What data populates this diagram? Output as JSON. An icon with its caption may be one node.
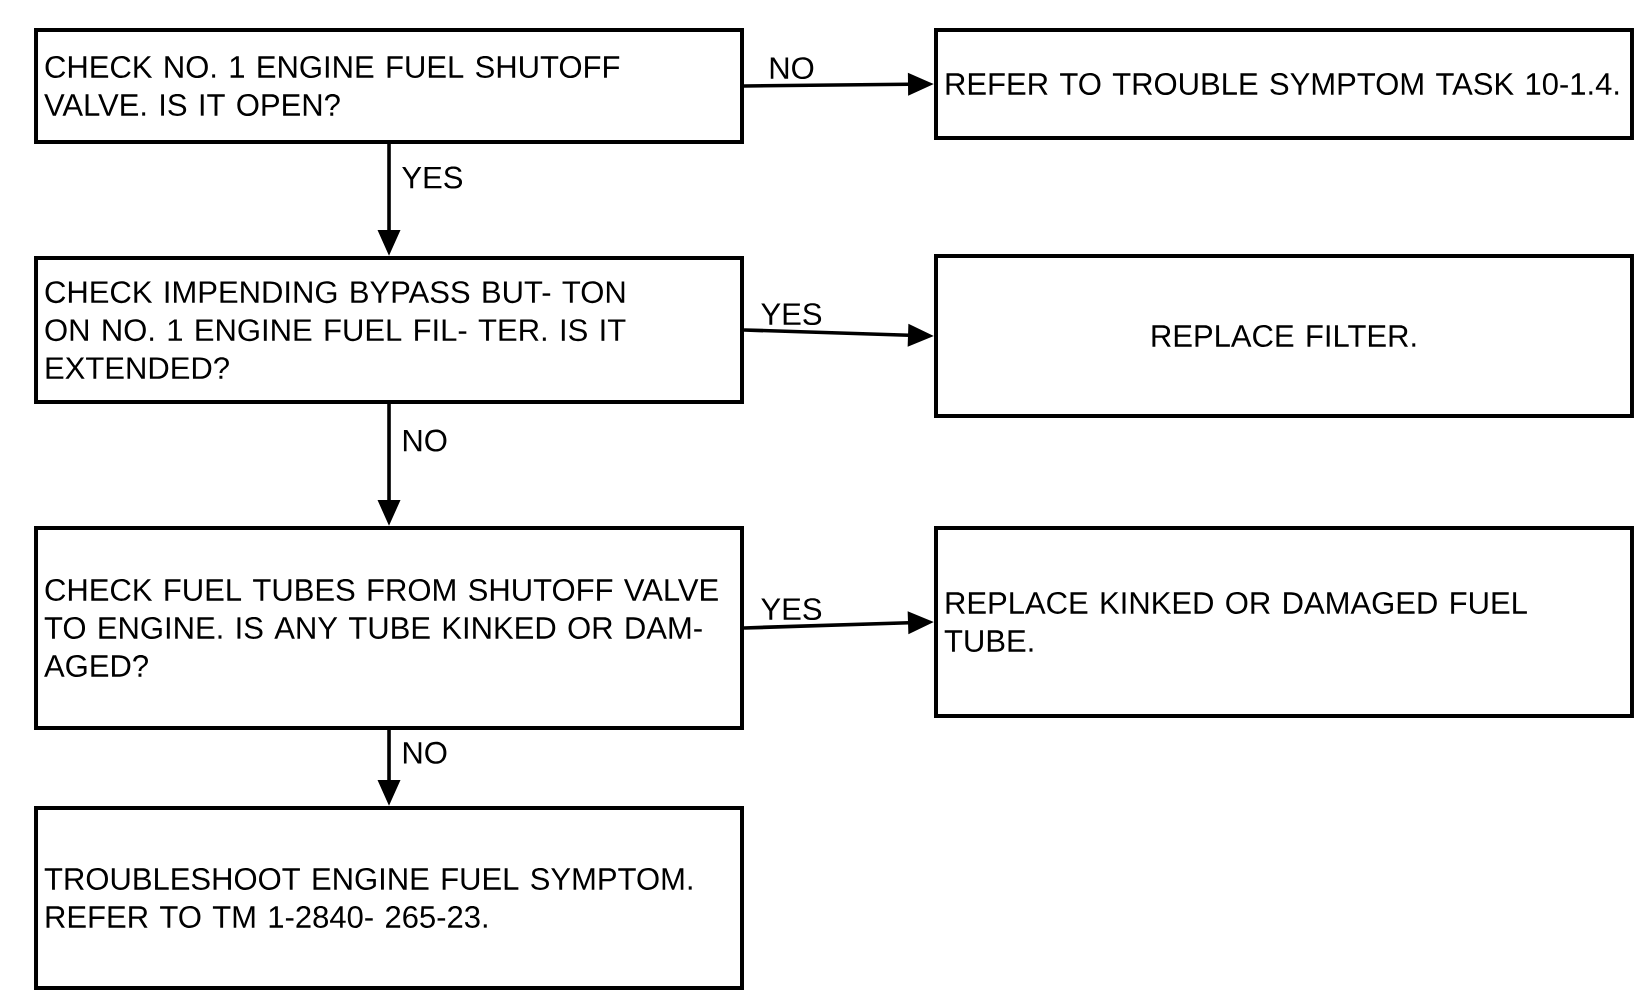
{
  "diagram": {
    "nodes": [
      {
        "text": [
          "CHECK NO. 1 ENGINE FUEL SHUTOFF VALVE. IS IT OPEN?"
        ]
      },
      {
        "text": [
          "REFER TO TROUBLE SYMPTOM TASK 10-1.4."
        ]
      },
      {
        "text": [
          "CHECK IMPENDING BYPASS BUT- TON ON NO. 1 ENGINE FUEL FIL- TER. IS IT EXTENDED?"
        ]
      },
      {
        "text": [
          "REPLACE FILTER."
        ]
      },
      {
        "text": [
          "CHECK FUEL TUBES FROM SHUTOFF VALVE TO ENGINE. IS ANY TUBE KINKED OR DAM- AGED?"
        ]
      },
      {
        "text": [
          "REPLACE KINKED OR DAMAGED FUEL TUBE."
        ]
      },
      {
        "text": [
          "TROUBLESHOOT ENGINE FUEL SYMPTOM. REFER TO TM 1-2840- 265-23."
        ]
      }
    ],
    "edges": [
      {
        "from": 0,
        "to": 1,
        "arrow": "to",
        "label": "NO"
      },
      {
        "from": 0,
        "to": 2,
        "arrow": "to",
        "label": "YES"
      },
      {
        "from": 2,
        "to": 3,
        "arrow": "to",
        "label": "YES"
      },
      {
        "from": 2,
        "to": 4,
        "arrow": "to",
        "label": "NO"
      },
      {
        "from": 4,
        "to": 5,
        "arrow": "to",
        "label": "YES"
      },
      {
        "from": 4,
        "to": 6,
        "arrow": "to",
        "label": "NO"
      }
    ]
  }
}
